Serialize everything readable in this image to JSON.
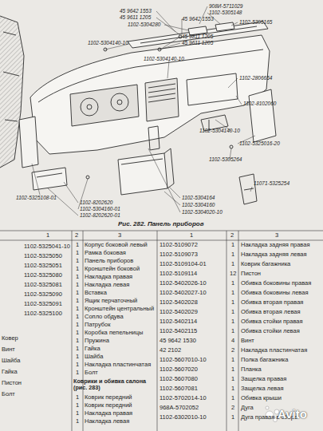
{
  "diagram": {
    "caption": "Рис. 282. Панель приборов",
    "labels": [
      "45 9642 1553",
      "45 9611 1205",
      "1102-5304280",
      "908И-5711029",
      "1102-5305148",
      "45 9642 1553",
      "1102-5305165",
      "45 9811 1205",
      "45 9611 1205",
      "1102-5304140-10",
      "1102-5304140-10",
      "1102-2806654",
      "1102-8102060",
      "1102-5304140-10",
      "1102-5325016-20",
      "1102-5305264",
      "11071-5325254",
      "1102-5304164",
      "1102-5304160",
      "1102-5304020-10",
      "1102-5325108-01",
      "1102-8202620",
      "1102-5304160-01",
      "1102-8202620-01",
      "1",
      "2",
      "3",
      "1",
      "2",
      "3",
      "1",
      "Корпус боковой левый",
      "1",
      "Рамка боковая",
      "1",
      "Панель приборов",
      "1",
      "Кронштейн боковой",
      "1",
      "Накладка правая",
      "1",
      "Накладка левая",
      "1",
      "Вставка",
      "1",
      "Ящик перчаточный",
      "1",
      "Кронштейн центральный",
      "1",
      "Сопло обдува",
      "1",
      "Патрубок",
      "1",
      "Коробка пепельницы",
      "1",
      "Пружина",
      "1",
      "Гайка",
      "1",
      "Шайба",
      "1",
      "Накладка пластинчатая",
      "1",
      "Болт",
      "Коврики и обивка салона (рис. 283)",
      "1",
      "Коврик передний",
      "1",
      "Коврик передний",
      "1",
      "Накладка правая",
      "1",
      "Накладка левая",
      "1102-5109072",
      "1",
      "Накладка задняя правая",
      "1102-5109073",
      "1",
      "Накладка задняя левая",
      "1102-5109104-01",
      "1",
      "Коврик багажника",
      "1102-5109114",
      "12",
      "Пистон",
      "1102-5402026-10",
      "1",
      "Обивка боковины правая",
      "1102-5402027-10",
      "1",
      "Обивка боковины левая",
      "1102-5402028",
      "1",
      "Обивка вторая правая",
      "1102-5402029",
      "1",
      "Обивка вторая левая",
      "1102-5402114",
      "1",
      "Обивка стойки правая",
      "1102-5402115",
      "1",
      "Обивка стойки левая",
      "45 9642 1530",
      "4",
      "Винт",
      "42 2102",
      "2",
      "Накладка пластинчатая",
      "1102-5607010-10",
      "1",
      "Полка багажника",
      "1102-5607020",
      "1",
      "Планка",
      "1102-5607080",
      "1",
      "Защелка правая",
      "1102-5607081",
      "1",
      "Защелка левая",
      "1102-5702014-10",
      "1",
      "Обивка крыши",
      "968А-5702052",
      "2",
      "Дуга",
      "1102-6302010-10",
      "1",
      "Дуга правая в сборе",
      "1102-5325041-10",
      "1102-5325050",
      "1102-5325051",
      "1102-5325080",
      "1102-5325081",
      "1102-5325090",
      "1102-5325091",
      "1102-5325100",
      "Ковер",
      "Винт",
      "Шайба",
      "Гайка",
      "Пистон",
      "Болт",
      "Avito"
    ]
  }
}
